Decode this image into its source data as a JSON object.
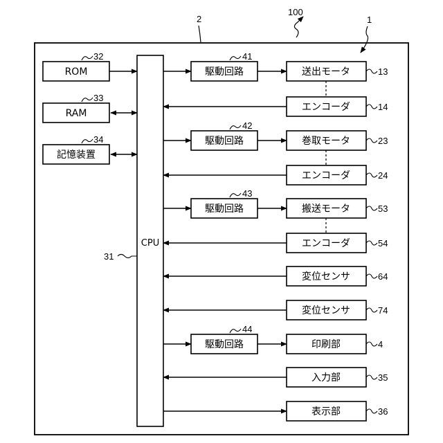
{
  "refs": {
    "device": "100",
    "controller": "2",
    "mechanism": "1",
    "cpu": "31",
    "rom": "32",
    "ram": "33",
    "storage": "34",
    "drive1": "41",
    "drive2": "42",
    "drive3": "43",
    "drive4": "44",
    "feed_motor": "13",
    "enc1": "14",
    "take_motor": "23",
    "enc2": "24",
    "convey_motor": "53",
    "enc3": "54",
    "sensor1": "64",
    "sensor2": "74",
    "print": "4",
    "input": "35",
    "display": "36"
  },
  "labels": {
    "rom": "ROM",
    "ram": "RAM",
    "storage": "記憶装置",
    "cpu": "CPU",
    "drive": "駆動回路",
    "feed_motor": "送出モータ",
    "encoder": "エンコーダ",
    "take_motor": "巻取モータ",
    "convey_motor": "搬送モータ",
    "sensor": "変位センサ",
    "print": "印刷部",
    "input": "入力部",
    "display": "表示部"
  }
}
